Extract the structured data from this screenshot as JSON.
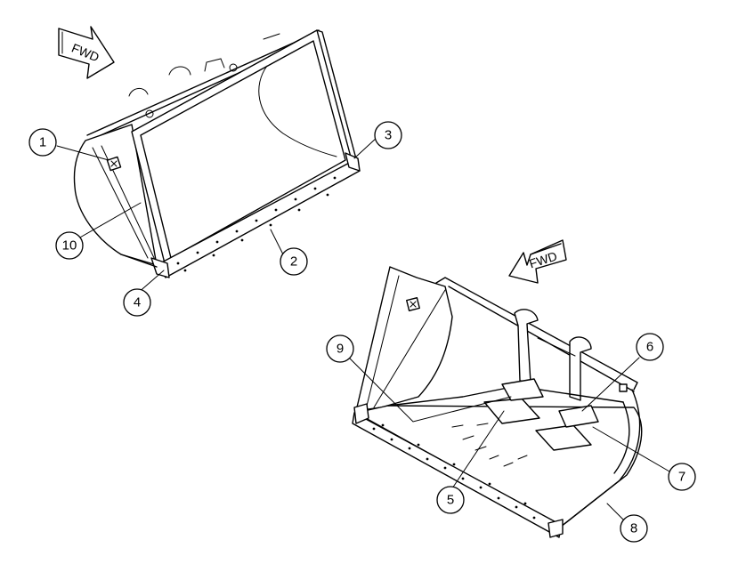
{
  "arrows": {
    "top_left": "FWD",
    "bottom_right": "FWD"
  },
  "callouts": {
    "c1": "1",
    "c2": "2",
    "c3": "3",
    "c4": "4",
    "c5": "5",
    "c6": "6",
    "c7": "7",
    "c8": "8",
    "c9": "9",
    "c10": "10"
  }
}
